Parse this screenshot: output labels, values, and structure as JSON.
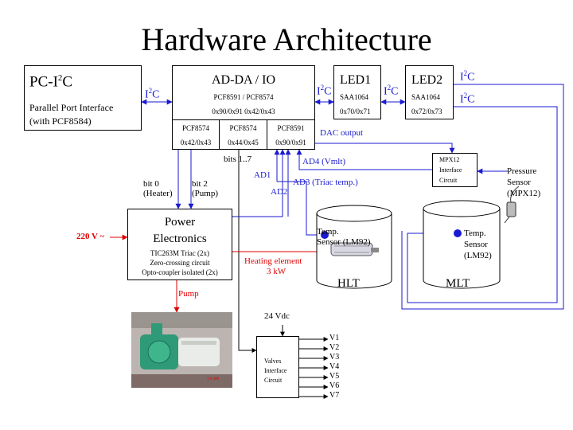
{
  "title": "Hardware Architecture",
  "pc": {
    "title_prefix": "PC-I",
    "title_sup": "2",
    "title_suffix": "C",
    "line1": "Parallel Port Interface",
    "line2": "(with PCF8584)"
  },
  "i2c": {
    "prefix": "I",
    "sup": "2",
    "suffix": "C"
  },
  "adda": {
    "title": "AD-DA / IO",
    "chips": "PCF8591 / PCF8574",
    "addrs": "0x90/0x91 0x42/0x43",
    "sub": [
      {
        "chip": "PCF8574",
        "addr": "0x42/0x43"
      },
      {
        "chip": "PCF8574",
        "addr": "0x44/0x45"
      },
      {
        "chip": "PCF8591",
        "addr": "0x90/0x91"
      }
    ]
  },
  "led1": {
    "title": "LED1",
    "chip": "SAA1064",
    "addr": "0x70/0x71"
  },
  "led2": {
    "title": "LED2",
    "chip": "SAA1064",
    "addr": "0x72/0x73"
  },
  "labels": {
    "dac_output": "DAC output",
    "bits": "bits 1..7",
    "bit0": "bit 0",
    "heater": "(Heater)",
    "bit2": "bit 2",
    "pump_paren": "(Pump)",
    "ad1": "AD1",
    "ad2": "AD2",
    "ad3": "AD3 (Triac temp.)",
    "ad4": "AD4 (Vmlt)",
    "mains": "220 V ~",
    "heating_element": "Heating element",
    "heating_power": "3 kW",
    "pump": "Pump",
    "vdc": "24 Vdc"
  },
  "mpx": {
    "line1": "MPX12",
    "line2": "Interface",
    "line3": "Circuit"
  },
  "pressure": {
    "line1": "Pressure",
    "line2": "Sensor",
    "line3": "(MPX12)"
  },
  "power": {
    "title1": "Power",
    "title2": "Electronics",
    "line1": "TIC263M Triac (2x)",
    "line2": "Zero-crossing circuit",
    "line3": "Opto-coupler isolated (2x)"
  },
  "hlt": {
    "label": "HLT",
    "sensor1": "Temp.",
    "sensor2": "Sensor (LM92)"
  },
  "mlt": {
    "label": "MLT",
    "sensor1": "Temp.",
    "sensor2": "Sensor",
    "sensor3": "(LM92)"
  },
  "valves": {
    "box1": "Valves",
    "box2": "Interface",
    "box3": "Circuit",
    "outputs": [
      "V1",
      "V2",
      "V3",
      "V4",
      "V5",
      "V6",
      "V7"
    ]
  },
  "photo": {
    "caption": "1 # 360"
  },
  "colors": {
    "blue": "#1a1ad0",
    "red": "#e00000",
    "black": "#000000"
  }
}
